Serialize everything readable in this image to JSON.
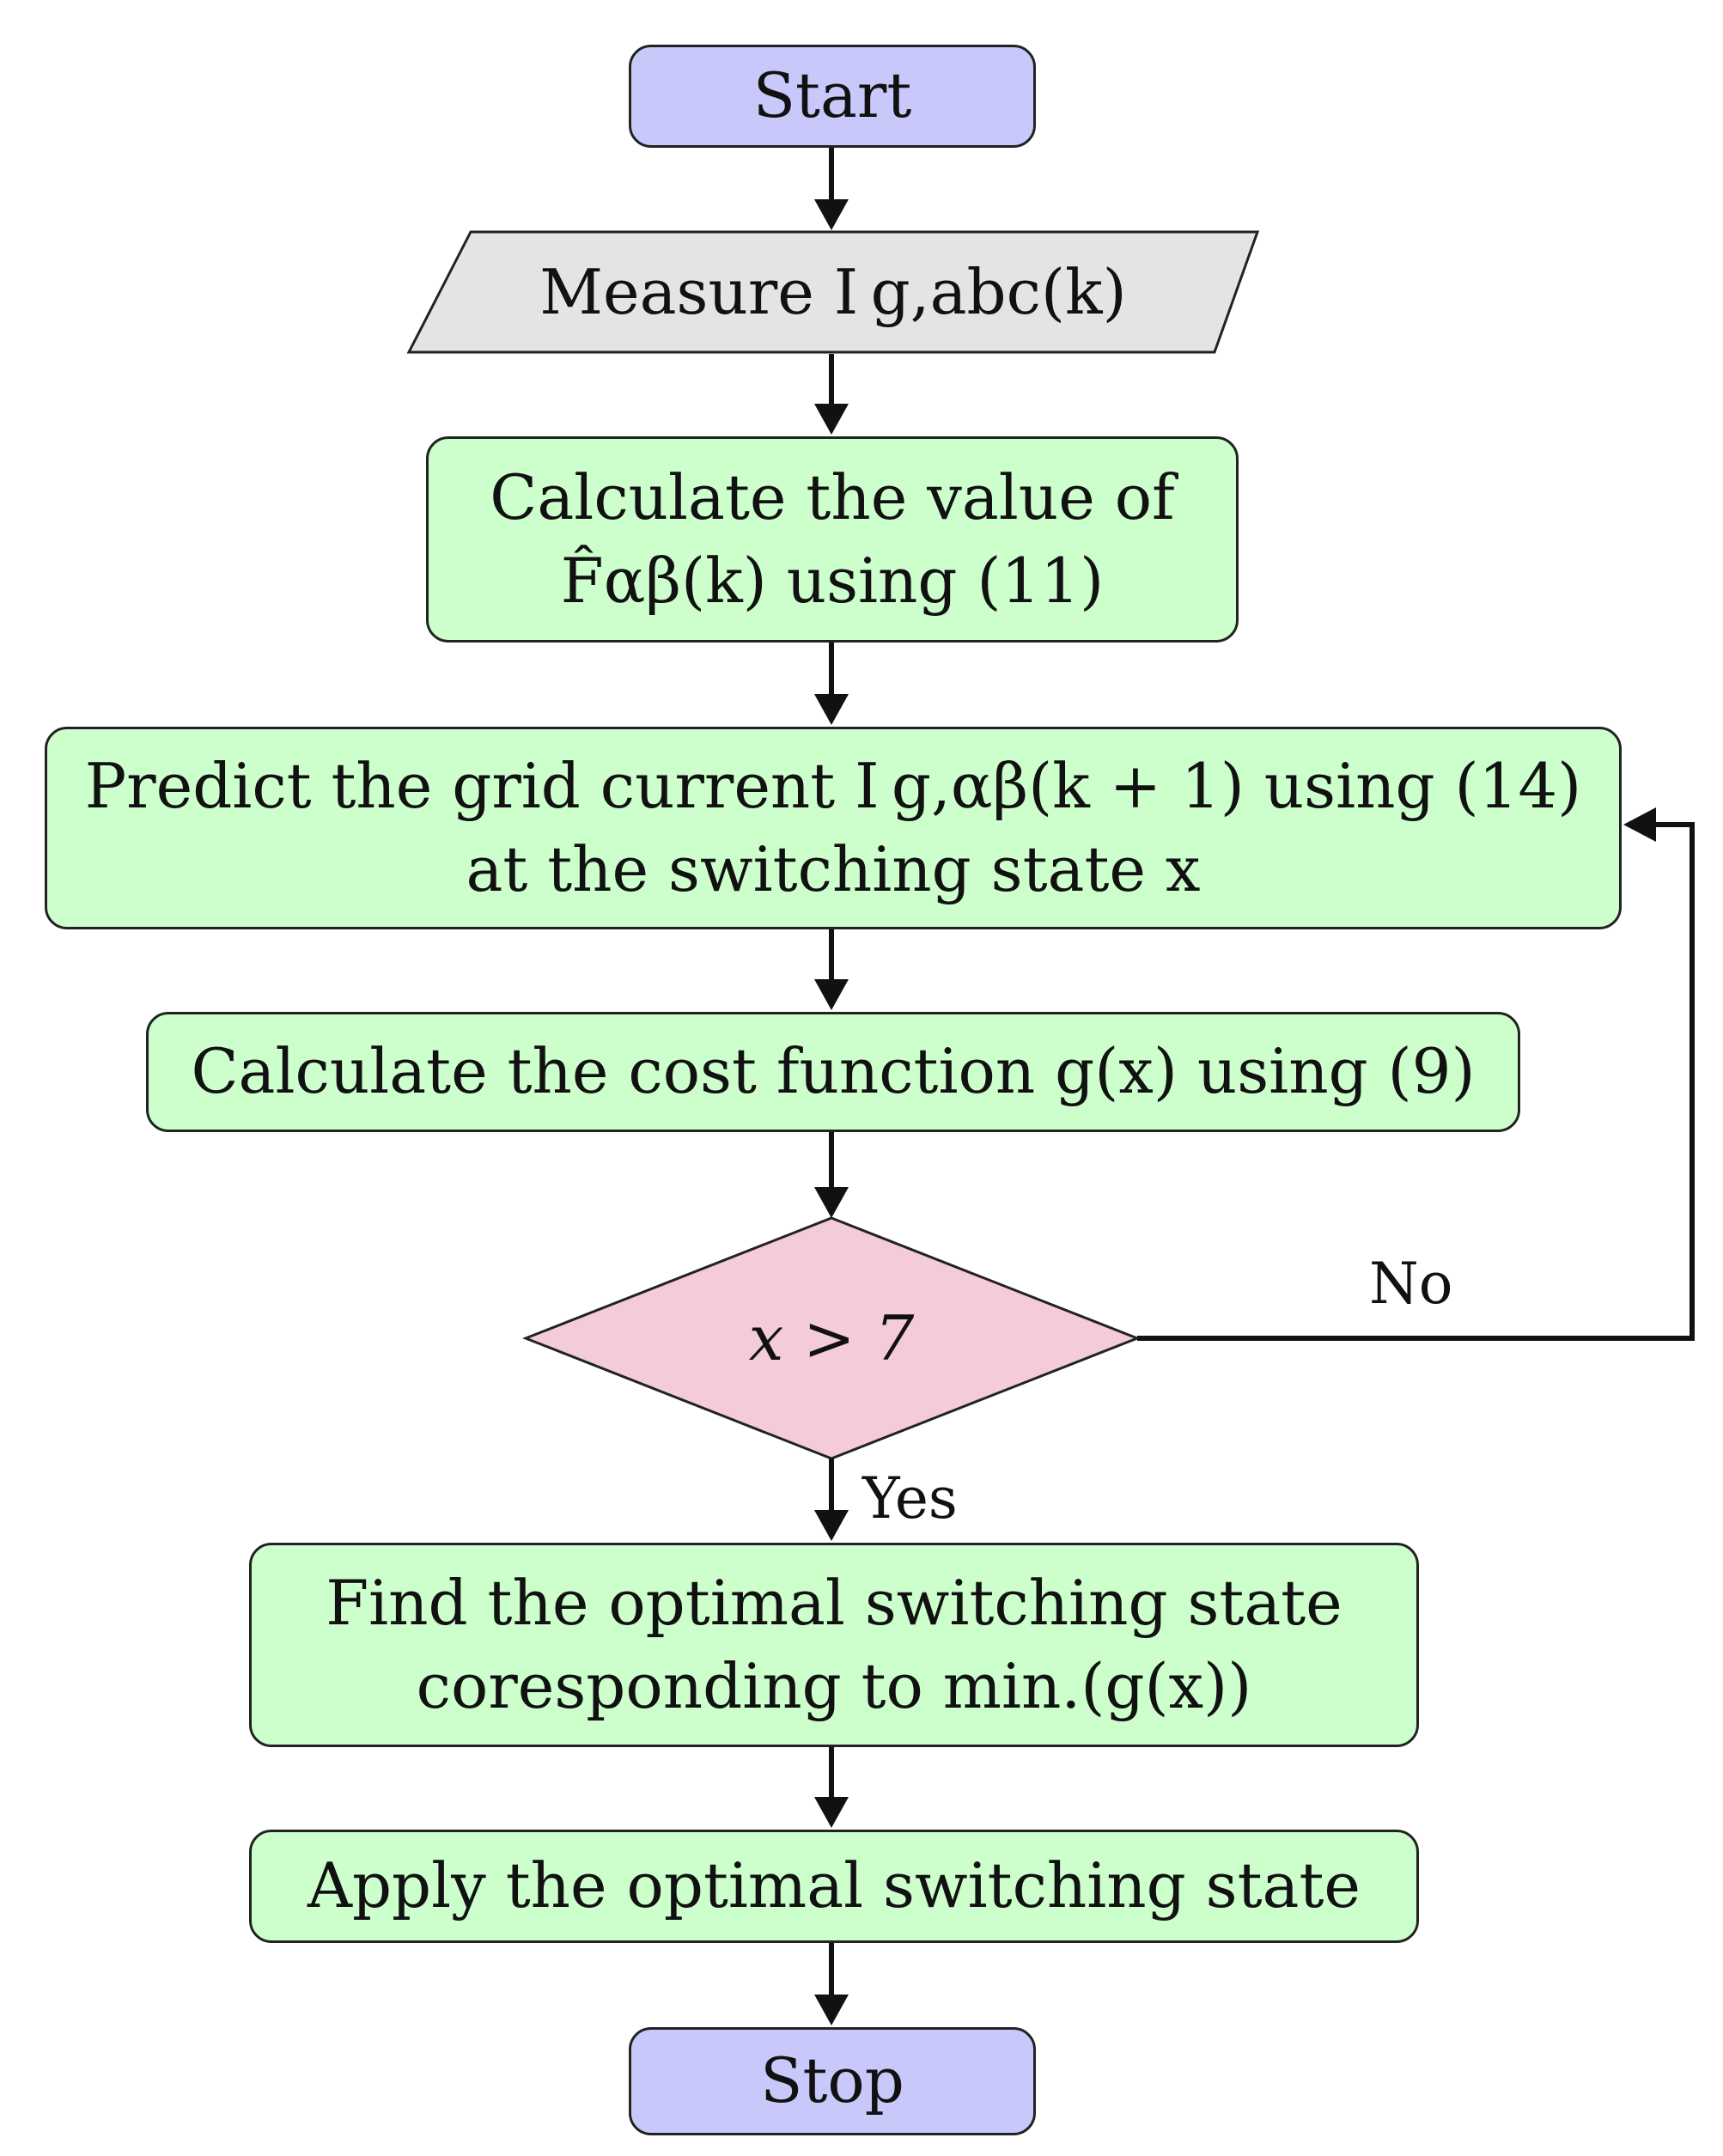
{
  "flowchart": {
    "start": {
      "label": "Start"
    },
    "measure": {
      "label": "Measure I g,abc(k)"
    },
    "calc_f": {
      "line1": "Calculate the value of",
      "line2": "F̂αβ(k) using (11)"
    },
    "predict": {
      "line1": "Predict the grid current I g,αβ(k + 1) using (14)",
      "line2": "at the switching state x"
    },
    "cost": {
      "label": "Calculate the cost function g(x) using (9)"
    },
    "decision": {
      "label": "x > 7"
    },
    "find_optimal": {
      "line1": "Find the optimal switching state",
      "line2": "coresponding to min.(g(x))"
    },
    "apply": {
      "label": "Apply the optimal switching state"
    },
    "stop": {
      "label": "Stop"
    },
    "edges": {
      "no_label": "No",
      "yes_label": "Yes"
    }
  }
}
